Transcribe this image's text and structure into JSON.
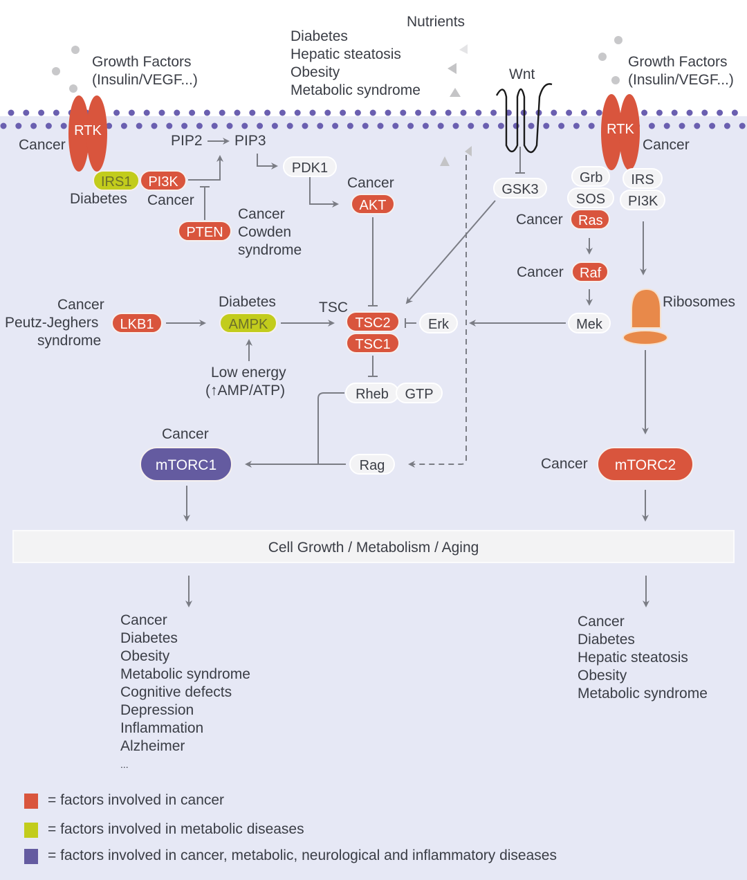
{
  "colors": {
    "cancer": "#d9553d",
    "metabolic": "#c2cc1c",
    "all_diseases": "#645ba0",
    "neutral_node": "#f3f3f5",
    "membrane": "#6a5fb0",
    "ribosome": "#e8894a",
    "arrow": "#7a7c84"
  },
  "extracellular": {
    "growth_factors_left": [
      "Growth Factors",
      "(Insulin/VEGF...)"
    ],
    "growth_factors_right": [
      "Growth Factors",
      "(Insulin/VEGF...)"
    ],
    "nutrients": "Nutrients",
    "nutrient_diseases": [
      "Diabetes",
      "Hepatic steatosis",
      "Obesity",
      "Metabolic syndrome"
    ],
    "wnt": "Wnt"
  },
  "nodes": {
    "rtk_left": "RTK",
    "rtk_right": "RTK",
    "irs1": "IRS1",
    "pi3k_left": "PI3K",
    "pip2": "PIP2",
    "pip3": "PIP3",
    "pdk1": "PDK1",
    "akt": "AKT",
    "pten": "PTEN",
    "lkb1": "LKB1",
    "ampk": "AMPK",
    "tsc_label": "TSC",
    "tsc2": "TSC2",
    "tsc1": "TSC1",
    "erk": "Erk",
    "mek": "Mek",
    "raf": "Raf",
    "ras": "Ras",
    "sos": "SOS",
    "grb": "Grb",
    "irs_right": "IRS",
    "pi3k_right": "PI3K",
    "gsk3": "GSK3",
    "rheb": "Rheb",
    "gtp": "GTP",
    "rag": "Rag",
    "mtorc1": "mTORC1",
    "mtorc2": "mTORC2",
    "ribosomes": "Ribosomes",
    "low_energy": [
      "Low energy",
      "(↑AMP/ATP)"
    ]
  },
  "annotations": {
    "rtk_left": "Cancer",
    "rtk_right": "Cancer",
    "irs1": "Diabetes",
    "pi3k_left": "Cancer",
    "pten": [
      "Cancer",
      "Cowden",
      "syndrome"
    ],
    "akt": "Cancer",
    "lkb1": [
      "Cancer",
      "Peutz-Jeghers",
      "syndrome"
    ],
    "ampk": "Diabetes",
    "ras": "Cancer",
    "raf": "Cancer",
    "mtorc1": "Cancer",
    "mtorc2": "Cancer"
  },
  "outcome_banner": "Cell Growth / Metabolism / Aging",
  "mtorc1_diseases": [
    "Cancer",
    "Diabetes",
    "Obesity",
    "Metabolic syndrome",
    "Cognitive defects",
    "Depression",
    "Inflammation",
    "Alzheimer",
    "..."
  ],
  "mtorc2_diseases": [
    "Cancer",
    "Diabetes",
    "Hepatic steatosis",
    "Obesity",
    "Metabolic syndrome"
  ],
  "legend": [
    {
      "color": "#d9553d",
      "label": "= factors involved in cancer"
    },
    {
      "color": "#c2cc1c",
      "label": "= factors involved in metabolic diseases"
    },
    {
      "color": "#645ba0",
      "label": "= factors involved in cancer, metabolic, neurological and inflammatory diseases"
    }
  ]
}
